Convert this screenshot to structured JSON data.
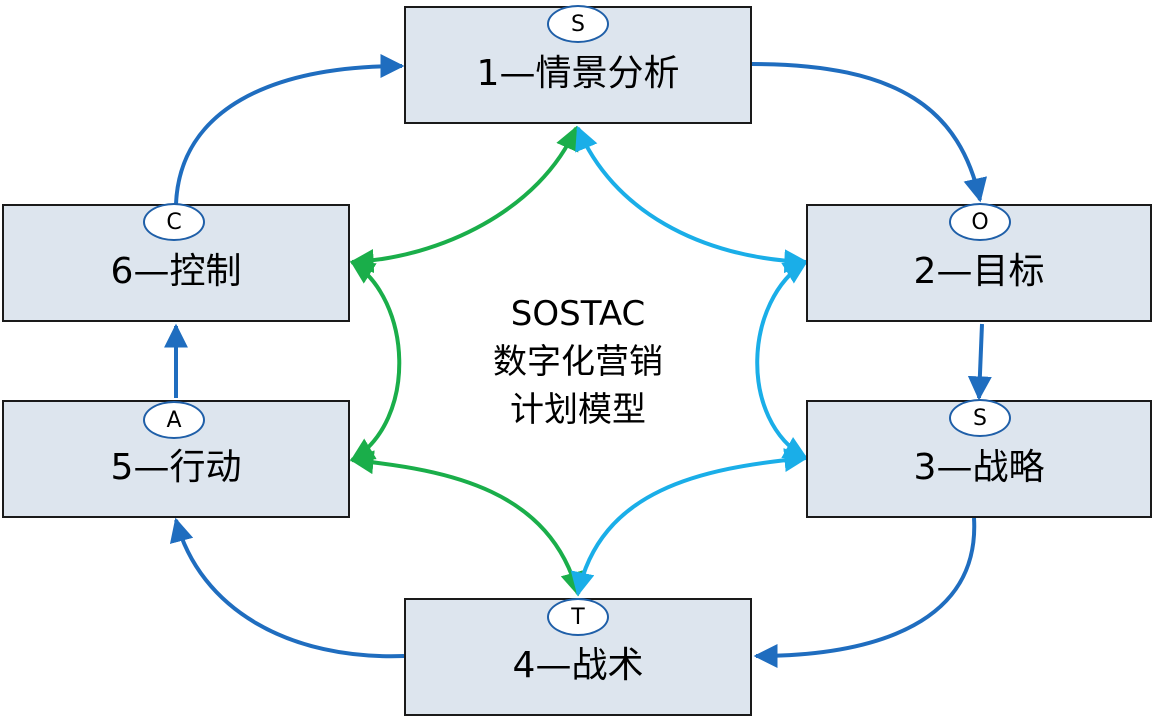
{
  "center": {
    "line1": "SOSTAC",
    "line2": "数字化营销",
    "line3": "计划模型"
  },
  "steps": [
    {
      "label": "1—情景分析",
      "letter": "S"
    },
    {
      "label": "2—目标",
      "letter": "O"
    },
    {
      "label": "3—战略",
      "letter": "S"
    },
    {
      "label": "4—战术",
      "letter": "T"
    },
    {
      "label": "5—行动",
      "letter": "A"
    },
    {
      "label": "6—控制",
      "letter": "C"
    }
  ],
  "colors": {
    "box_fill": "#dde5ee",
    "box_border": "#1a1a1a",
    "outer_cycle_arrow": "#1f6dbf",
    "green_arrow": "#1aae4a",
    "cyan_arrow": "#1aaee8",
    "badge_border": "#1f5fa8"
  }
}
